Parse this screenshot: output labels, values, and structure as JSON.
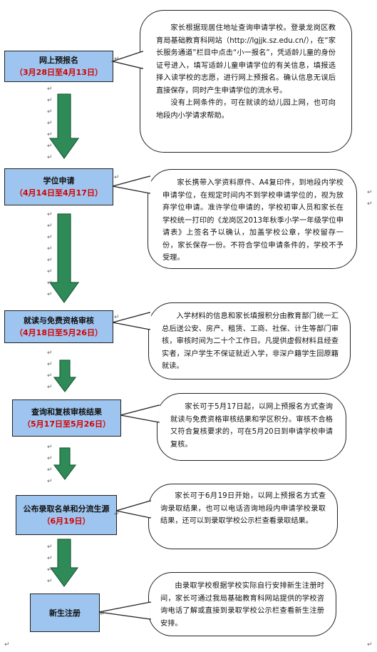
{
  "colors": {
    "step_fill": "#9ec5ef",
    "date_red": "#d40000",
    "arrow_green": "#2e8b57"
  },
  "return_mark": "↵",
  "steps": [
    {
      "title": "网上预报名",
      "date": "（3月28日至4月13日）"
    },
    {
      "title": "学位申请",
      "date": "（4月14日至4月17日）"
    },
    {
      "title": "就读与免费资格审核",
      "date": "（4月18日至5月26日）"
    },
    {
      "title": "查询和复核审核结果",
      "date": "（5月17日至5月26日）"
    },
    {
      "title": "公布录取名单和分流生源",
      "date": "（6月19日）"
    },
    {
      "title": "新生注册",
      "date": ""
    }
  ],
  "notes": [
    [
      "家长根据现居住地址查询申请学校。登录龙岗区教育局基础教育科网站（http://lgjjk.sz.edu.cn/），在“家长服务通道”栏目中点击“小一报名”，凭适龄儿童的身份证号进入，填写适龄儿童申请学位的有关信息，填报选择入读学校的志愿，进行网上预报名。确认信息无误后直接保存，同时产生申请学位的流水号。",
      "没有上网条件的，可在就读的幼儿园上网，也可向地段内小学请求帮助。"
    ],
    [
      "家长携带入学资料原件、A4复印件，到地段内学校申请学位，在规定时间内不到学校申请学位的，视为放弃学位申请。准许学位申请的，学校初审人员和家长在学校统一打印的《龙岗区2013年秋季小学一年级学位申请表》上签名予以确认，加盖学校公章，学校留存一份，家长保存一份。不符合学位申请条件的，学校不予受理。"
    ],
    [
      "入学材料的信息和家长填报积分由教育部门统一汇总后送公安、房产、租赁、工商、社保、计生等部门审核，审核时间为二十个工作日。凡提供虚假材料且经查实者，深户学生不保证就近入学，非深户籍学生回原籍就读。"
    ],
    [
      "家长可于5月17日起，以网上预报名方式查询就读与免费资格审核结果和学区积分。审核不合格又符合复核要求的，可在5月20日到申请学校申请复核。"
    ],
    [
      "家长可于6月19日开始，以网上预报名方式查询录取结果，也可以电话咨询地段内申请学校录取结果，还可以到录取学校公示栏查看录取结果。"
    ],
    [
      "由录取学校根据学校实际自行安排新生注册时间，家长可通过我局基础教育科网站提供的学校咨询电话了解或直接到录取学校公示栏查看新生注册安排。"
    ]
  ]
}
